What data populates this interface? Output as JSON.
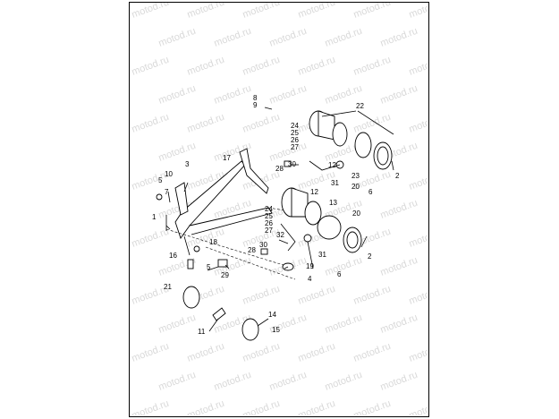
{
  "watermark": {
    "text": "motod.ru"
  },
  "labels": {
    "l1": "1",
    "l2a": "2",
    "l2b": "2",
    "l3": "3",
    "l4": "4",
    "l5": "5",
    "l6a": "6",
    "l6b": "6",
    "l7": "7",
    "l8": "8",
    "l9": "9",
    "l10": "10",
    "l11": "11",
    "l12a": "12",
    "l12b": "12",
    "l13": "13",
    "l14": "14",
    "l15": "15",
    "l16": "16",
    "l17": "17",
    "l18": "18",
    "l19": "19",
    "l20a": "20",
    "l20b": "20",
    "l21": "21",
    "l22": "22",
    "l23": "23",
    "l24a": "24",
    "l25a": "25",
    "l26a": "26",
    "l27a": "27",
    "l24b": "24",
    "l25b": "25",
    "l26b": "26",
    "l27b": "27",
    "l28a": "28",
    "l28b": "28",
    "l29": "29",
    "l30a": "30",
    "l30b": "30",
    "l31a": "31",
    "l31b": "31",
    "l32": "32"
  }
}
